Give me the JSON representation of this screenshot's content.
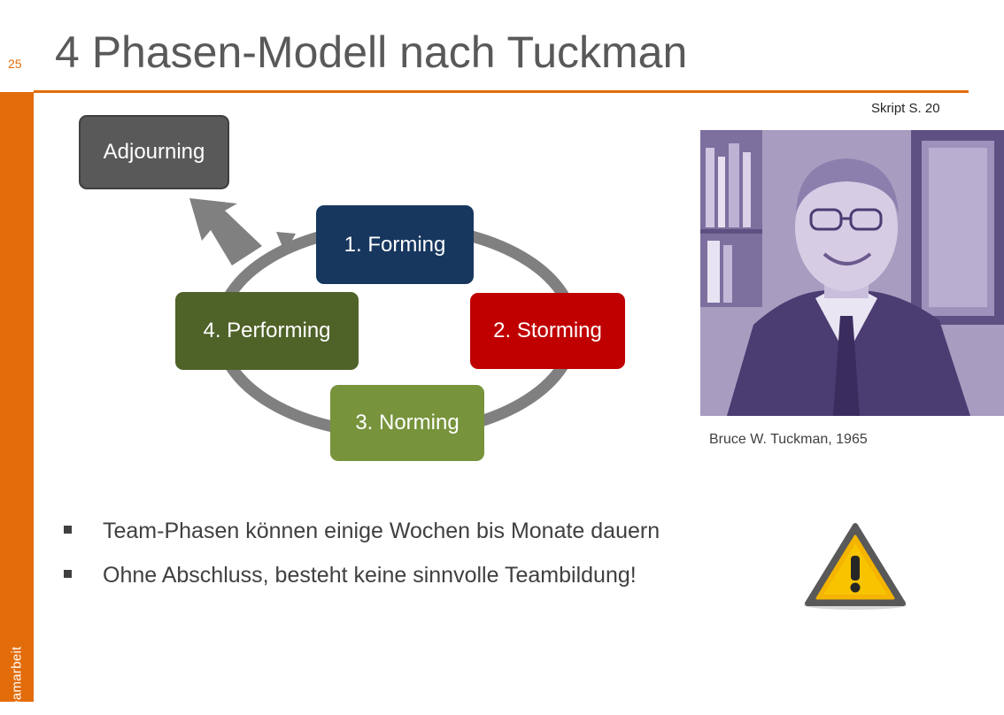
{
  "slide": {
    "page_number": "25",
    "title": "4 Phasen-Modell nach Tuckman",
    "script_reference": "Skript S. 20",
    "sidebar_label": "Teamarbeit"
  },
  "colors": {
    "accent": "#e36c0a",
    "forming": "#17375e",
    "storming": "#c00000",
    "norming": "#77933c",
    "performing": "#4f6228",
    "adjourning": "#595959",
    "cycle": "#808080"
  },
  "diagram": {
    "phases": [
      {
        "id": "forming",
        "label": "1. Forming"
      },
      {
        "id": "storming",
        "label": "2. Storming"
      },
      {
        "id": "norming",
        "label": "3. Norming"
      },
      {
        "id": "performing",
        "label": "4. Performing"
      }
    ],
    "exit_phase": {
      "label": "Adjourning"
    }
  },
  "photo": {
    "caption": "Bruce  W. Tuckman, 1965"
  },
  "bullets": [
    "Team-Phasen können einige Wochen bis Monate dauern",
    "Ohne Abschluss, besteht keine sinnvolle Teambildung!"
  ],
  "icons": {
    "warning": "warning-icon",
    "bullet": "square-bullet-icon"
  }
}
